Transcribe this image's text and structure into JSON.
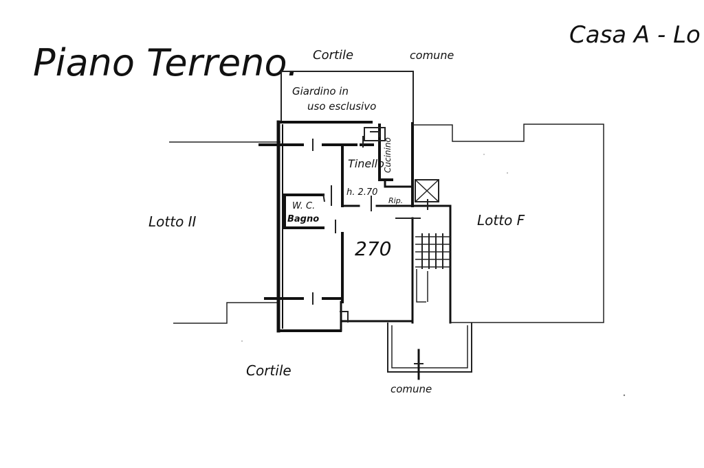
{
  "title": "Piano Terreno.",
  "building": "Casa A - Lo",
  "labels": {
    "cortile_top": "Cortile",
    "comune_top": "comune",
    "garden_line1": "Giardino  in",
    "garden_line2": "uso  esclusivo",
    "tinello": "Tinello",
    "cucinino": "Cucinino",
    "height": "h. 2.70",
    "rip": "Rip.",
    "wc": "W. C.",
    "bagno": "Bagno",
    "lotto_left": "Lotto   II",
    "lotto_right": "Lotto   F",
    "area_number": "270",
    "cortile_bottom": "Cortile",
    "comune_bottom": "comune"
  },
  "colors": {
    "ink": "#111111",
    "paper": "#ffffff"
  }
}
